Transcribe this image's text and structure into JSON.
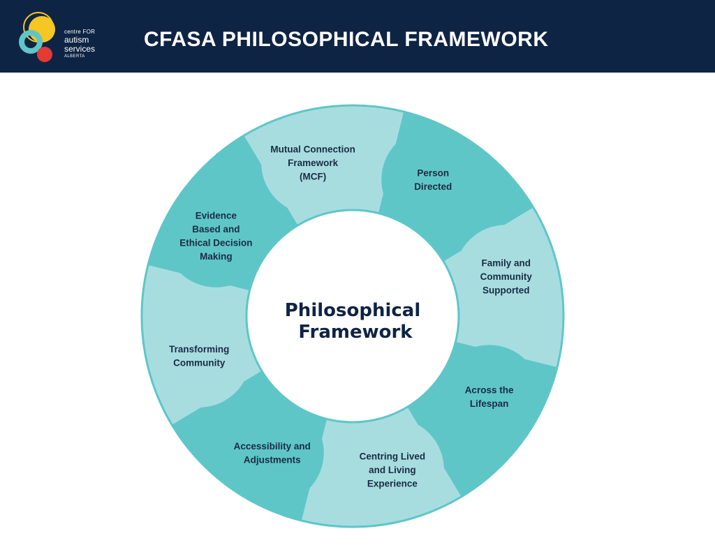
{
  "header": {
    "title": "CFASA PHILOSOPHICAL FRAMEWORK",
    "logo": {
      "line1": "centre FOR",
      "line2": "autism",
      "line3": "services",
      "line4": "ALBERTA",
      "colors": {
        "yellow": "#f6c623",
        "teal": "#5ec6c8",
        "red": "#e33a33"
      }
    },
    "background": "#0e2445"
  },
  "diagram": {
    "center": {
      "line1": "Philosophical",
      "line2": "Framework"
    },
    "colors": {
      "dark_teal": "#5fc6c8",
      "light_teal": "#a8dde0",
      "outline": "#5ec6c8"
    },
    "segments": [
      {
        "lines": [
          "Person",
          "Directed"
        ],
        "shade": "dark"
      },
      {
        "lines": [
          "Family and",
          "Community",
          "Supported"
        ],
        "shade": "light"
      },
      {
        "lines": [
          "Across the",
          "Lifespan"
        ],
        "shade": "dark"
      },
      {
        "lines": [
          "Centring Lived",
          "and Living",
          "Experience"
        ],
        "shade": "light"
      },
      {
        "lines": [
          "Accessibility and",
          "Adjustments"
        ],
        "shade": "dark"
      },
      {
        "lines": [
          "Transforming",
          "Community"
        ],
        "shade": "light"
      },
      {
        "lines": [
          "Evidence",
          "Based and",
          "Ethical Decision",
          "Making"
        ],
        "shade": "dark"
      },
      {
        "lines": [
          "Mutual Connection",
          "Framework",
          "(MCF)"
        ],
        "shade": "light"
      }
    ]
  }
}
